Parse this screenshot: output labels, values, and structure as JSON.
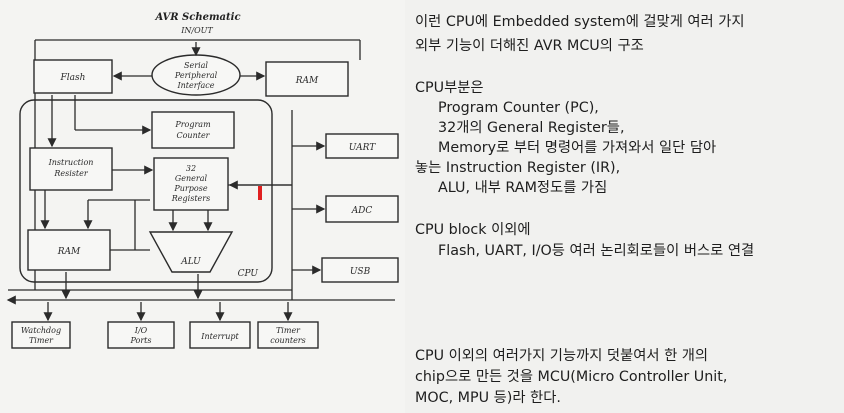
{
  "diagram": {
    "title": "AVR Schematic",
    "subtitle": "IN/OUT",
    "boxes": {
      "flash": "Flash",
      "spi": [
        "Serial",
        "Peripheral",
        "Interface"
      ],
      "ram_top": "RAM",
      "program_counter": [
        "Program",
        "Counter"
      ],
      "uart": "UART",
      "instruction_register": [
        "Instruction",
        "Resister"
      ],
      "gpr": [
        "32",
        "General",
        "Purpose",
        "Registers"
      ],
      "adc": "ADC",
      "ram": "RAM",
      "alu": "ALU",
      "cpu": "CPU",
      "usb": "USB",
      "watchdog": [
        "Watchdog",
        "Timer"
      ],
      "io_ports": [
        "I/O",
        "Ports"
      ],
      "interrupt": "Interrupt",
      "timer": [
        "Timer",
        "counters"
      ]
    },
    "marker_color": "#e02020"
  },
  "text": {
    "intro_line1": "이런 CPU에 Embedded system에 걸맞게 여러 가지",
    "intro_line2": "외부 기능이 더해진 AVR MCU의 구조",
    "cpu_heading": "CPU부분은",
    "cpu_item1": "Program Counter (PC),",
    "cpu_item2": "32개의 General Register들,",
    "cpu_item3a": "Memory로 부터 명령어를 가져와서 일단 담아",
    "cpu_item3b": "놓는 Instruction Register (IR),",
    "cpu_item4": "ALU, 내부 RAM정도를 가짐",
    "block_heading": "CPU block 이외에",
    "block_item": "Flash, UART, I/O등 여러 논리회로들이 버스로 연결",
    "mcu_line1": "CPU 이외의 여러가지 기능까지 덧붙여서 한 개의",
    "mcu_line2": "chip으로 만든 것을 MCU(Micro Controller Unit,",
    "mcu_line3": "MOC, MPU 등)라 한다."
  }
}
